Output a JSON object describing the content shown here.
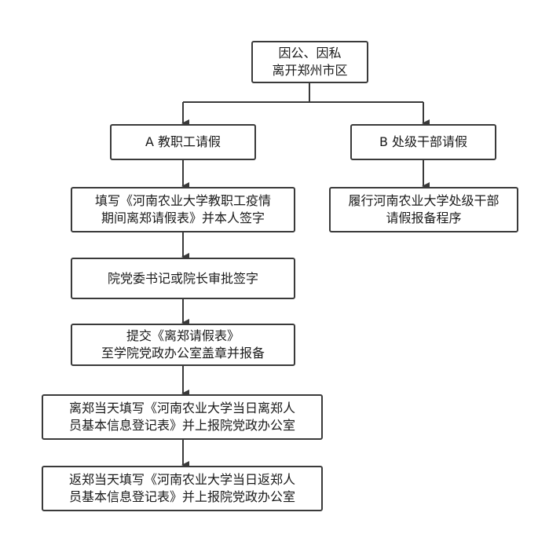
{
  "flowchart": {
    "start": {
      "line1": "因公、因私",
      "line2": "离开郑州市区"
    },
    "branch_a": {
      "title": "A 教职工请假",
      "step1": {
        "line1": "填写《河南农业大学教职工疫情",
        "line2": "期间离郑请假表》并本人签字"
      },
      "step2": {
        "line1": "院党委书记或院长审批签字"
      },
      "step3": {
        "line1": "提交《离郑请假表》",
        "line2": "至学院党政办公室盖章并报备"
      },
      "step4": {
        "line1": "离郑当天填写《河南农业大学当日离郑人",
        "line2": "员基本信息登记表》并上报院党政办公室"
      },
      "step5": {
        "line1": "返郑当天填写《河南农业大学当日返郑人",
        "line2": "员基本信息登记表》并上报院党政办公室"
      }
    },
    "branch_b": {
      "title": "B 处级干部请假",
      "step1": {
        "line1": "履行河南农业大学处级干部",
        "line2": "请假报备程序"
      }
    }
  }
}
